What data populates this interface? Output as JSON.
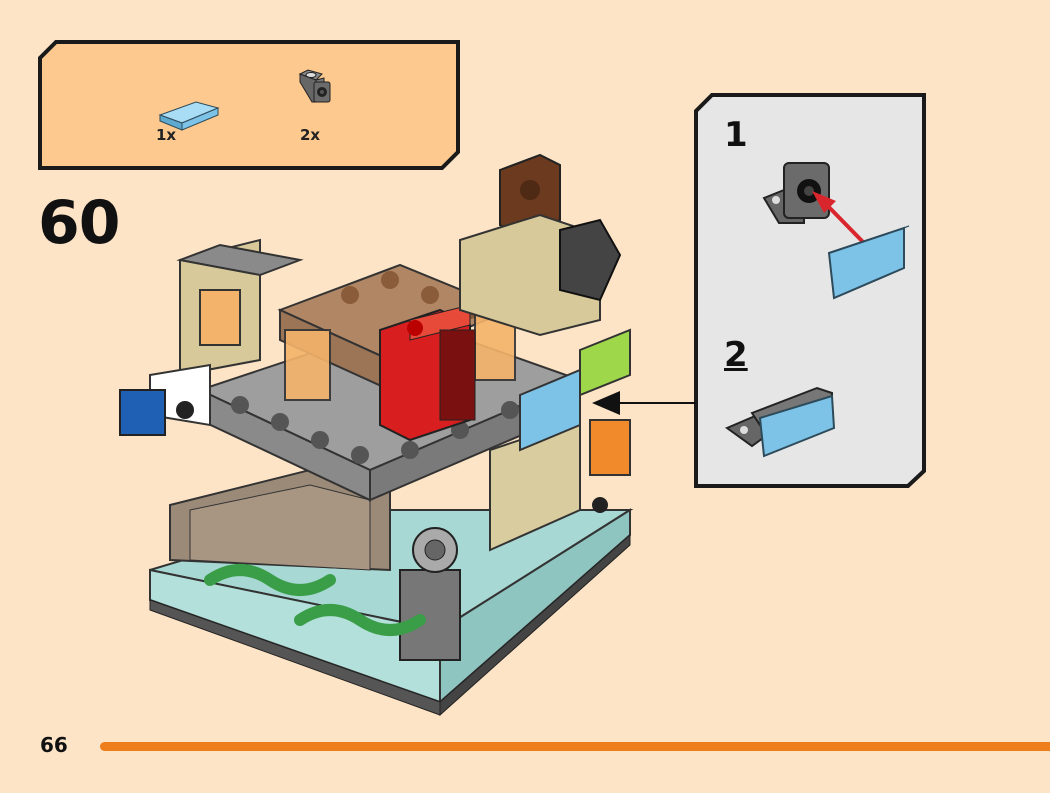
{
  "step": {
    "number": "60"
  },
  "parts_list": {
    "items": [
      {
        "part": "light-blue-tile-1x2",
        "quantity": "1x",
        "color": "#7dc3e8"
      },
      {
        "part": "dark-gray-bracket-1x1",
        "quantity": "2x",
        "color": "#6b6b6b"
      }
    ]
  },
  "sub_assembly": {
    "steps": [
      {
        "number": "1"
      },
      {
        "number": "2"
      }
    ]
  },
  "page": {
    "number": "66"
  },
  "colors": {
    "background": "#fde4c6",
    "parts_box": "#fdc98e",
    "sub_box": "#e6e6e6",
    "accent_line": "#ee7d1c",
    "arrow": "#d9262c"
  }
}
